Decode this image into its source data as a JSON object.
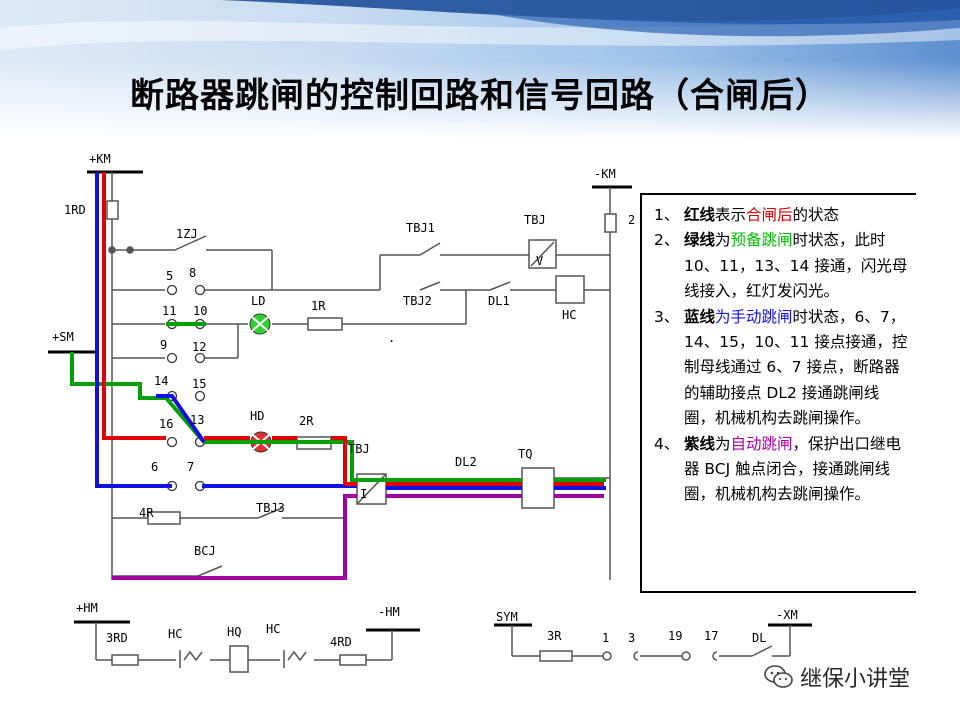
{
  "title": "断路器跳闸的控制回路和信号回路（合闸后）",
  "labels": {
    "km_plus": "+KM",
    "km_minus": "-KM",
    "sm_plus": "+SM",
    "rd1": "1RD",
    "rd2": "2",
    "zj1": "1ZJ",
    "tbj1": "TBJ1",
    "tbj": "TBJ",
    "tbj2": "TBJ2",
    "dl1": "DL1",
    "hc": "HC",
    "v": "V",
    "c5": "5",
    "c8": "8",
    "c11": "11",
    "c10": "10",
    "c9": "9",
    "c12": "12",
    "c14": "14",
    "c15": "15",
    "c16": "16",
    "c13": "13",
    "c6": "6",
    "c7": "7",
    "ld": "LD",
    "r1": "1R",
    "hd": "HD",
    "r2": "2R",
    "tbj_box": "TBJ",
    "i": "I",
    "dl2": "DL2",
    "tq": "TQ",
    "r4": "4R",
    "tbj3": "TBJ3",
    "bcj": "BCJ",
    "hm_plus": "+HM",
    "hm_minus": "-HM",
    "rd3": "3RD",
    "hc_a": "HC",
    "hq": "HQ",
    "hc_b": "HC",
    "rd4": "4RD",
    "sym": "SYM",
    "xm_minus": "-XM",
    "r3": "3R",
    "s1": "1",
    "s3": "3",
    "s19": "19",
    "s17": "17",
    "dl": "DL",
    "dot": "."
  },
  "notes": {
    "n1_num": "1、",
    "n1_a": "红线",
    "n1_b": "表示",
    "n1_c": "合闸后",
    "n1_d": "的状态",
    "n2_num": "2、",
    "n2_a": "绿线",
    "n2_b": "为",
    "n2_c": "预备跳闸",
    "n2_d": "时状态，此时 10、11，13、14 接通，闪光母线接入，红灯发闪光。",
    "n3_num": "3、",
    "n3_a": "蓝线",
    "n3_b": "为手动跳闸",
    "n3_c": "时状态，6、7，14、15，10、11 接点接通，控制母线通过 6、7 接点，断路器的辅助接点 DL2 接通跳闸线圈，机械机构去跳闸操作。",
    "n4_num": "4、",
    "n4_a": "紫线",
    "n4_b": "为",
    "n4_c": "自动跳闸",
    "n4_d": "，保护出口继电器 BCJ 触点闭合，接通跳闸线圈，机械机构去跳闸操作。"
  },
  "watermark": "继保小讲堂",
  "colors": {
    "red": "#e00000",
    "green": "#00a000",
    "blue": "#1010e0",
    "purple": "#a000a0",
    "wire": "#555555"
  }
}
